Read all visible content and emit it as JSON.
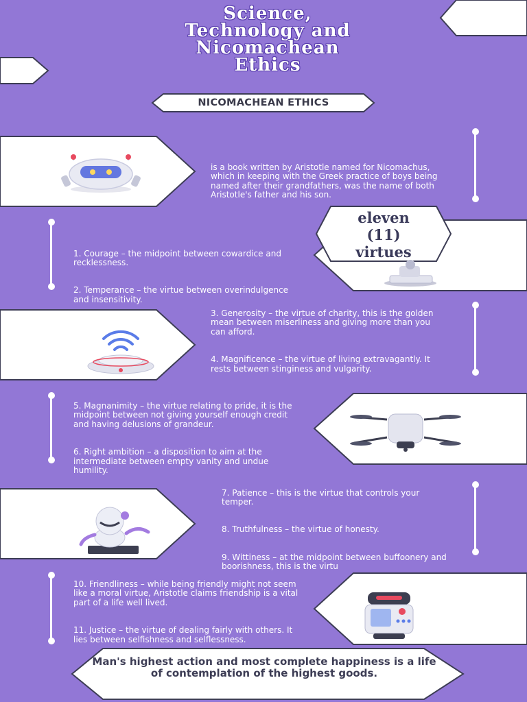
{
  "title_lines": [
    "Science,",
    "Technology and",
    "Nicomachean",
    "Ethics"
  ],
  "section_label": "NICOMACHEAN ETHICS",
  "intro_text": "is a book written by Aristotle named for Nicomachus, which in keeping with the Greek practice of boys being named after their grandfathers, was the name of both Aristotle's father and his son.",
  "virtues_badge": [
    "eleven",
    "(11)",
    "virtues"
  ],
  "virtues": [
    "1. Courage – the midpoint between cowardice and recklessness.",
    "2. Temperance – the virtue between overindulgence and insensitivity.",
    "3. Generosity – the virtue of charity, this is the golden mean between miserliness and giving more than you can afford.",
    "4. Magnificence – the virtue of living extravagantly. It rests between stinginess and vulgarity.",
    "5. Magnanimity – the virtue relating to pride, it is the midpoint between not giving yourself enough credit and having delusions of grandeur.",
    "6. Right ambition – a disposition to aim at the intermediate between empty vanity and undue humility.",
    "7. Patience – this is the virtue that controls your temper.",
    "8. Truthfulness – the virtue of honesty.",
    "9. Wittiness – at the midpoint between buffoonery and boorishness, this is the virtu",
    "10. Friendliness – while being friendly might not seem like a moral virtue, Aristotle claims friendship is a vital part of a life well lived.",
    "11. Justice – the virtue of dealing fairly with others. It lies between selfishness and selflessness."
  ],
  "conclusion": "Man's highest action and most complete happiness is a life of contemplation of the highest goods.",
  "colors": {
    "background": "#9277d6",
    "panel": "#ffffff",
    "panel_border": "#3d3d55",
    "text_dark": "#3d3d55"
  },
  "icons": [
    "robot-head-icon",
    "robot-arm-icon",
    "wifi-beacon-icon",
    "drone-icon",
    "robot-waving-icon",
    "robot-terminal-icon"
  ]
}
